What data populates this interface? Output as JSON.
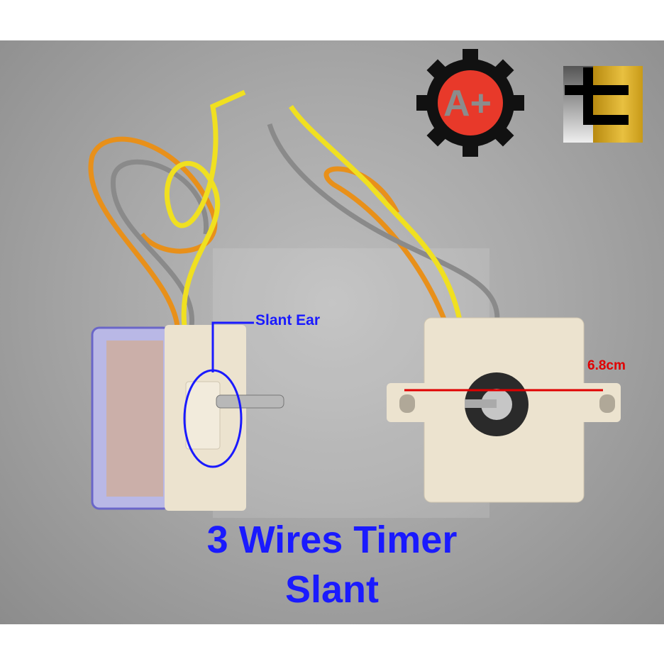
{
  "annotations": {
    "slant_ear": "Slant Ear",
    "dimension": "6.8cm"
  },
  "title": {
    "line1": "3 Wires Timer",
    "line2": "Slant"
  },
  "logos": [
    {
      "name": "gear-logo",
      "text": "A+"
    },
    {
      "name": "te-logo",
      "text": "te"
    }
  ],
  "colors": {
    "text": "#1a1aff",
    "dimension_line": "#e00000",
    "gear": "#111111",
    "gear_center": "#e8392a",
    "gold": "#d4a520"
  }
}
